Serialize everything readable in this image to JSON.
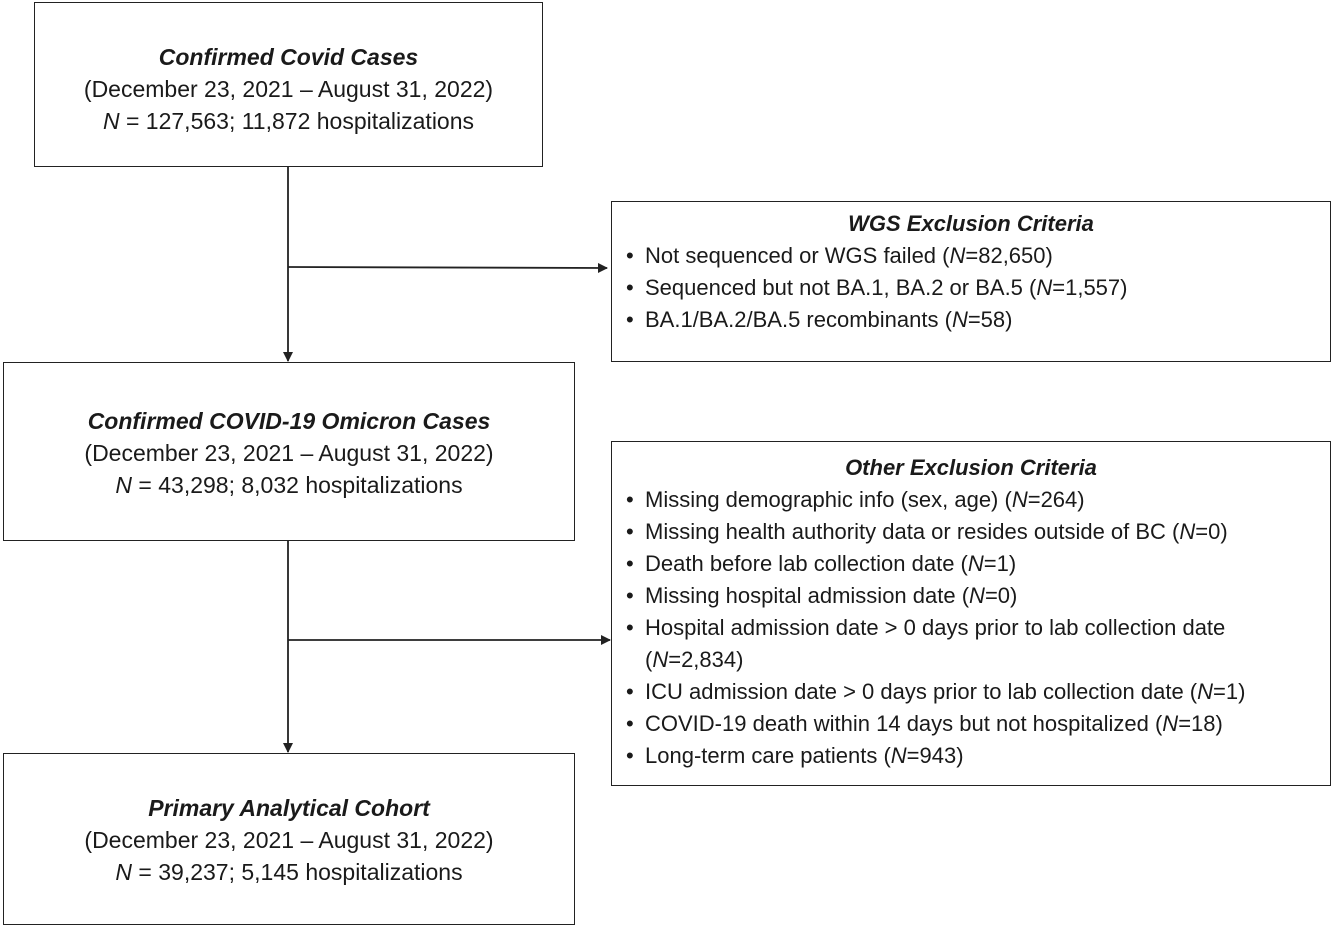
{
  "box1": {
    "title": "Confirmed Covid Cases",
    "dates": "(December 23, 2021 – August 31, 2022)",
    "n_label": "N",
    "n_text": " = 127,563; 11,872 hospitalizations"
  },
  "box2": {
    "title": "Confirmed COVID-19 Omicron Cases",
    "dates": "(December 23, 2021 – August 31, 2022)",
    "n_label": "N",
    "n_text": " = 43,298; 8,032 hospitalizations"
  },
  "box3": {
    "title": "Primary Analytical Cohort",
    "dates": "(December 23, 2021 – August 31, 2022)",
    "n_label": "N",
    "n_text": " = 39,237; 5,145 hospitalizations"
  },
  "wgs": {
    "title": "WGS Exclusion Criteria",
    "bullet": "•",
    "items": [
      {
        "pre": "Not sequenced or WGS failed (",
        "n": "N",
        "post": "=82,650)"
      },
      {
        "pre": "Sequenced but not BA.1, BA.2 or BA.5 (",
        "n": "N",
        "post": "=1,557)"
      },
      {
        "pre": "BA.1/BA.2/BA.5 recombinants (",
        "n": "N",
        "post": "=58)"
      }
    ]
  },
  "other": {
    "title": "Other Exclusion Criteria",
    "bullet": "•",
    "items": [
      {
        "pre": "Missing demographic info (sex, age) (",
        "n": "N",
        "post": "=264)"
      },
      {
        "pre": "Missing health authority data or resides outside of BC (",
        "n": "N",
        "post": "=0)"
      },
      {
        "pre": "Death before lab collection date (",
        "n": "N",
        "post": "=1)"
      },
      {
        "pre": "Missing hospital admission date (",
        "n": "N",
        "post": "=0)"
      },
      {
        "pre": "Hospital admission date > 0 days prior to lab collection date",
        "cont_pre": "(",
        "n": "N",
        "post": "=2,834)"
      },
      {
        "pre": "ICU admission date > 0 days prior to lab collection date (",
        "n": "N",
        "post": "=1)"
      },
      {
        "pre": "COVID-19 death within 14 days but not hospitalized (",
        "n": "N",
        "post": "=18)"
      },
      {
        "pre": "Long-term care patients (",
        "n": "N",
        "post": "=943)"
      }
    ]
  }
}
